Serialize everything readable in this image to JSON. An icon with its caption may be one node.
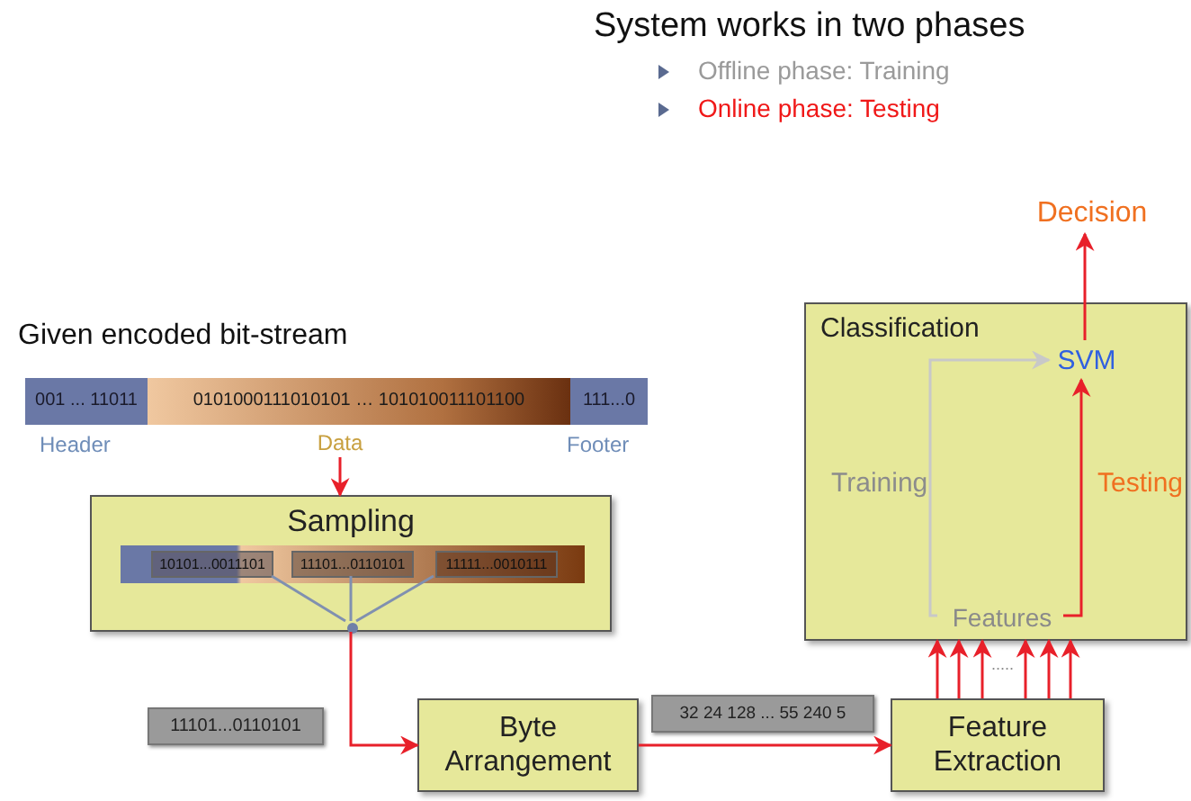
{
  "diagram": {
    "title": "System works in two phases",
    "nodes": [
      {
        "text": [
          "001 ... 11011"
        ],
        "beside": [
          "Header"
        ]
      },
      {
        "text": [
          "0101000111010101 … 101010011101100"
        ]
      },
      {
        "text": [
          "111...0"
        ],
        "beside": [
          "Footer"
        ]
      },
      {
        "text": [
          "Data"
        ]
      },
      {
        "text": [
          "Sampling"
        ]
      },
      {
        "text": [
          "10101...0011101"
        ],
        "in": 4
      },
      {
        "text": [
          "11101...0110101"
        ],
        "in": 4
      },
      {
        "text": [
          "11111...0010111"
        ],
        "in": 4
      },
      {
        "text": [],
        "shape": "circle",
        "in": 4
      },
      {
        "text": [
          "11101...0110101"
        ]
      },
      {
        "text": [
          "Byte Arrangement"
        ]
      },
      {
        "text": [
          "32 24 128 ... 55 240 5"
        ]
      },
      {
        "text": [
          "Feature Extraction"
        ]
      },
      {
        "text": [
          "Classification"
        ]
      },
      {
        "text": [
          "SVM"
        ],
        "in": 13
      },
      {
        "text": [
          "Features"
        ],
        "in": 13
      },
      {
        "text": [
          "Decision"
        ]
      }
    ],
    "edges": [
      {
        "from": 3,
        "to": 4,
        "arrow": "to"
      },
      {
        "from": 5,
        "to": 8,
        "arrow": "none",
        "color": "#8090b0"
      },
      {
        "from": 6,
        "to": 8,
        "arrow": "none",
        "color": "#8090b0"
      },
      {
        "from": 7,
        "to": 8,
        "arrow": "none",
        "color": "#8090b0"
      },
      {
        "from": 8,
        "to": 10,
        "arrow": "to"
      },
      {
        "from": 10,
        "to": 12,
        "arrow": "to"
      },
      {
        "from": 12,
        "to": 13,
        "arrow": "to"
      },
      {
        "from": 12,
        "to": 13,
        "arrow": "to"
      },
      {
        "from": 12,
        "to": 13,
        "arrow": "to"
      },
      {
        "from": 12,
        "to": 13,
        "arrow": "to"
      },
      {
        "from": 12,
        "to": 13,
        "arrow": "to"
      },
      {
        "from": 12,
        "to": 13,
        "arrow": "to"
      },
      {
        "from": 15,
        "to": 14,
        "arrow": "to",
        "label": "Training",
        "color": "#c8c8c8"
      },
      {
        "from": 15,
        "to": 14,
        "arrow": "to",
        "label": "Testing"
      },
      {
        "from": 14,
        "to": 16,
        "arrow": "to"
      }
    ],
    "labels": [
      "Offline phase: Training",
      "Online phase: Testing",
      "Given encoded bit-stream",
      "....."
    ]
  }
}
